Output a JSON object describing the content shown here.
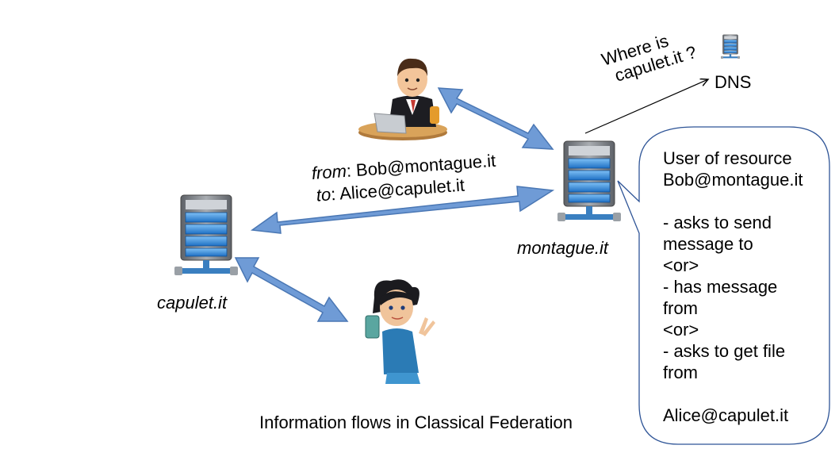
{
  "servers": {
    "capulet": "capulet.it",
    "montague": "montague.it"
  },
  "dns": {
    "label": "DNS",
    "query_line1": "Where is",
    "query_line2": "capulet.it ?"
  },
  "message": {
    "from_key": "from",
    "from_value": ": Bob@montague.it",
    "to_key": "to",
    "to_value": ": Alice@capulet.it"
  },
  "callout": {
    "lines": [
      "User of resource",
      "Bob@montague.it",
      "",
      "- asks to send",
      "message to",
      "<or>",
      "- has message",
      "from",
      "<or>",
      "- asks to get file",
      "from",
      "",
      "Alice@capulet.it"
    ]
  },
  "caption": "Information flows in Classical Federation",
  "colors": {
    "arrow_fill": "#6f9bd6",
    "arrow_stroke": "#4a77b4",
    "server_body": "#7d8288",
    "server_blue": "#2c7fd6",
    "pipe": "#3a7fc0"
  }
}
